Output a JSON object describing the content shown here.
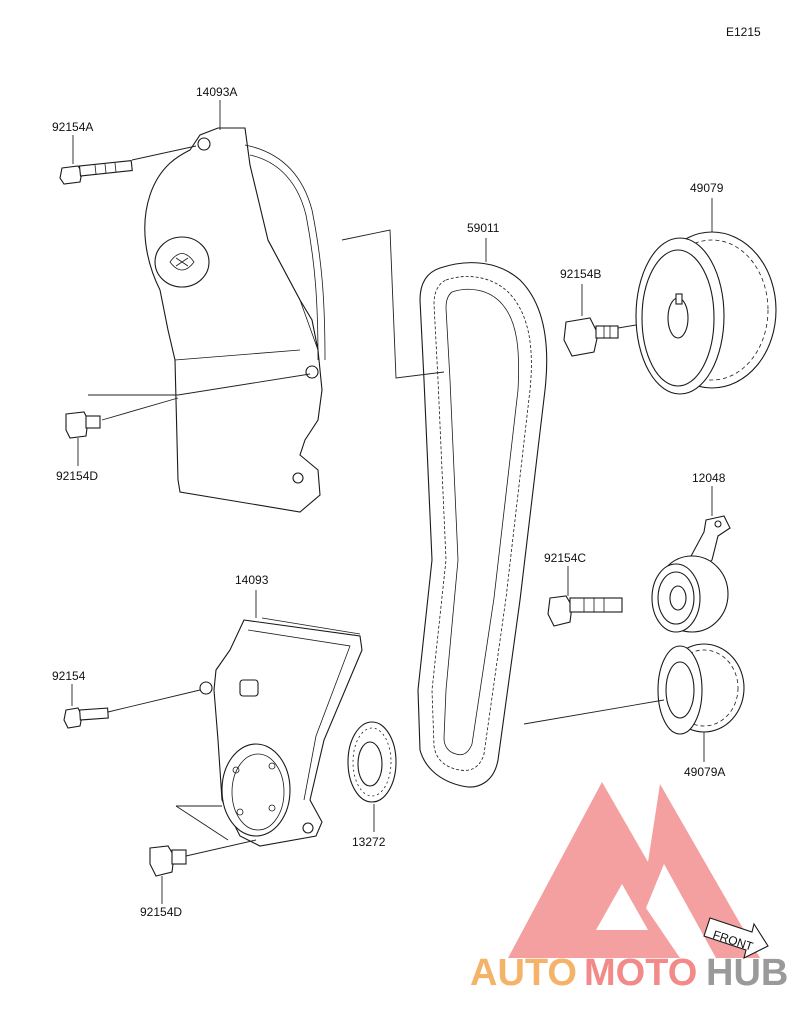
{
  "diagram": {
    "code": "E1215",
    "parts": {
      "cover_upper": "14093A",
      "bolt_upper_a": "92154A",
      "bolt_upper_d": "92154D",
      "belt": "59011",
      "bolt_b": "92154B",
      "cam_sprocket": "49079",
      "tensioner": "12048",
      "bolt_c": "92154C",
      "cover_lower": "14093",
      "bolt_lower": "92154",
      "bolt_lower_d": "92154D",
      "plate": "13272",
      "crank_sprocket": "49079A"
    },
    "front_arrow": "FRONT"
  },
  "watermark": {
    "text_auto": "AUTO",
    "text_moto": "MOTO",
    "text_hub": "HUB",
    "color_auto": "#f5b36a",
    "color_moto": "#f28a8a",
    "color_hub": "#9a9a9a",
    "logo_color": "#ee6b6b"
  }
}
